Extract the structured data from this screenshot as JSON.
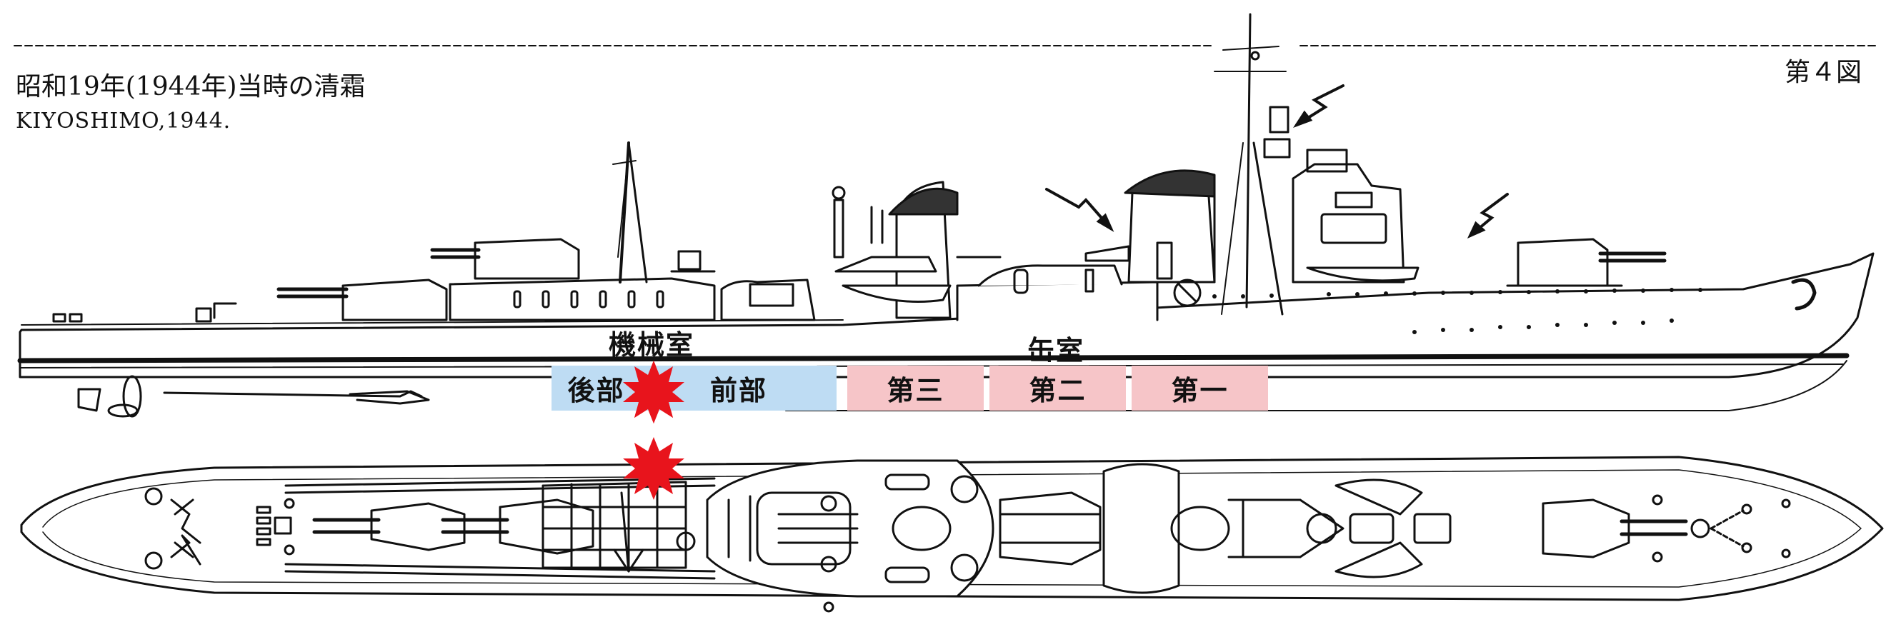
{
  "header": {
    "title_ja": "昭和19年(1944年)当時の清霜",
    "title_en": "KIYOSHIMO,1944.",
    "figure_label": "第４図"
  },
  "labels": {
    "engine_room": "機械室",
    "boiler_room": "缶室"
  },
  "compartments": {
    "aft": "後部",
    "forward": "前部",
    "boiler_3": "第三",
    "boiler_2": "第二",
    "boiler_1": "第一"
  },
  "colors": {
    "engine_highlight": "#bedcf3",
    "boiler_highlight": "#f6c5c8",
    "hit_marker": "#e8141c",
    "line": "#111111"
  },
  "icons": {
    "hit_marker": "explosion-burst-icon",
    "attack_arrow": "arrow-icon"
  }
}
